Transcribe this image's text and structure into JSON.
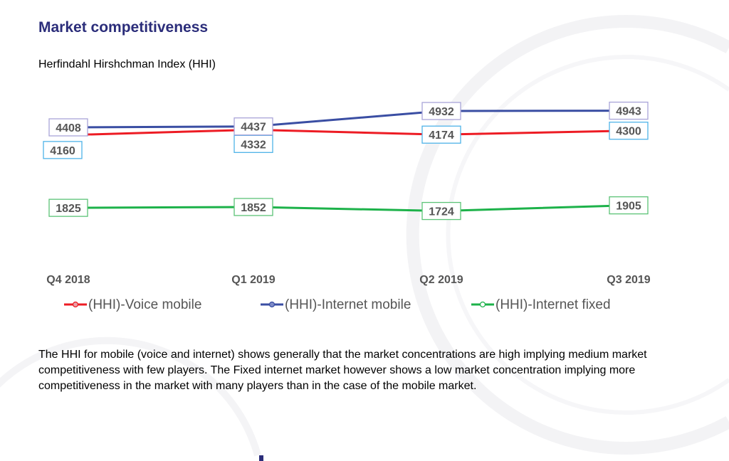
{
  "heading": "Market competitiveness",
  "paragraph": "The HHI for mobile (voice and internet) shows generally that the market concentrations are high implying medium market competitiveness with few players. The Fixed internet market however shows a low market concentration implying more competitiveness in the market with many players than in the case of the mobile market.",
  "chart_data": {
    "type": "line",
    "title": "Herfindahl Hirshchman Index (HHI)",
    "categories": [
      "Q4 2018",
      "Q1 2019",
      "Q2 2019",
      "Q3 2019"
    ],
    "series": [
      {
        "name": "(HHI)-Voice mobile",
        "values": [
          4160,
          4332,
          4174,
          4300
        ],
        "color": "#ed1c24",
        "label_border": "#4fb3e8"
      },
      {
        "name": "(HHI)-Internet mobile",
        "values": [
          4408,
          4437,
          4932,
          4943
        ],
        "color": "#3a4ea3",
        "label_border": "#a9a4d8"
      },
      {
        "name": "(HHI)-Internet fixed",
        "values": [
          1825,
          1852,
          1724,
          1905
        ],
        "color": "#1db24a",
        "label_border": "#5cc377"
      }
    ],
    "legend_position": "bottom",
    "grid": false
  }
}
